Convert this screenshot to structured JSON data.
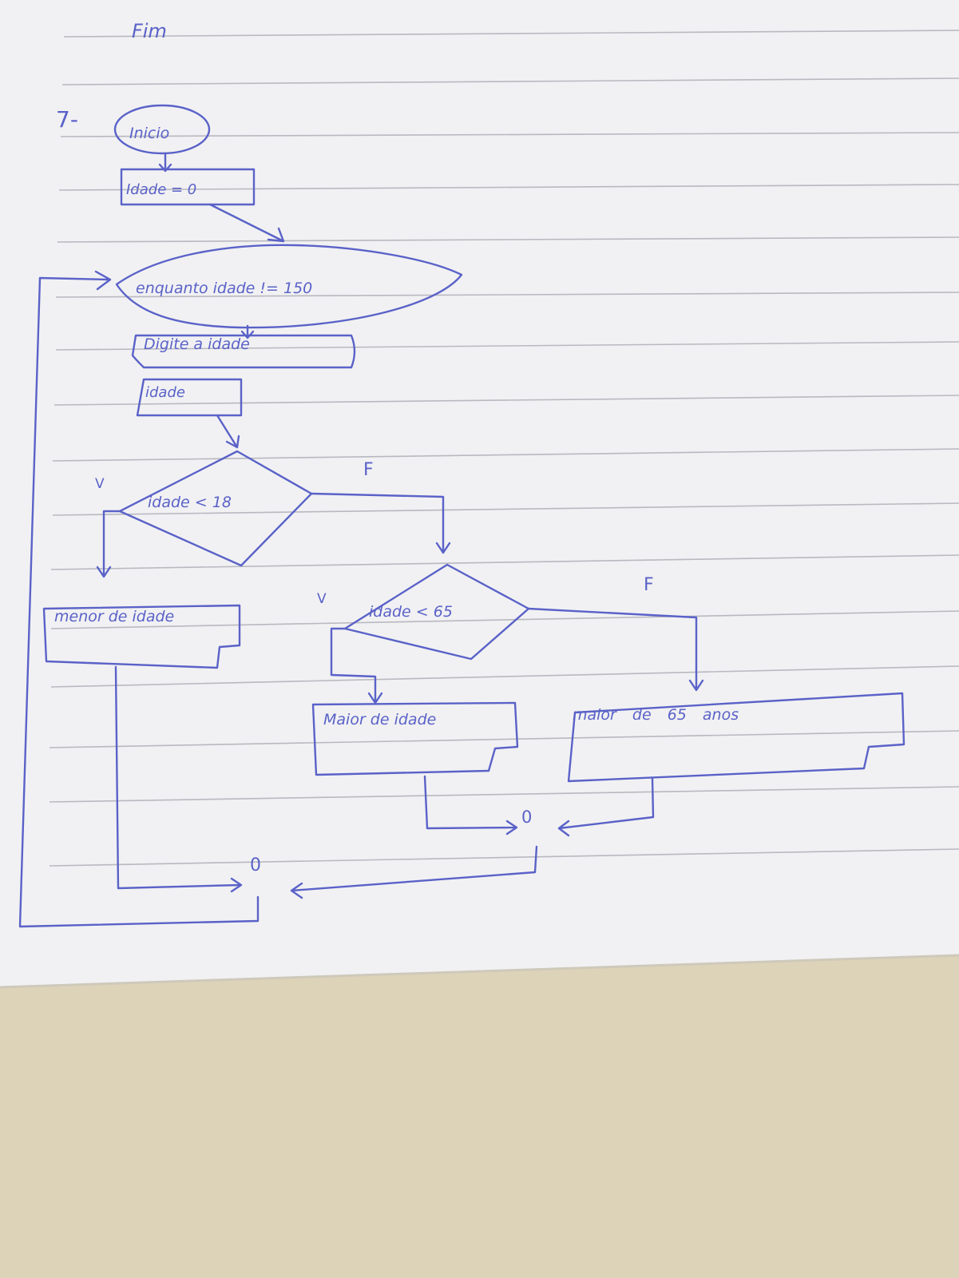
{
  "sheet": {
    "top_text": "Fim",
    "problem_number": "7-"
  },
  "flowchart": {
    "start": "Inicio",
    "init": "Idade = 0",
    "loop": "enquanto idade != 150",
    "prompt": "Digite a idade",
    "input": "idade",
    "decision_1": {
      "condition": "idade < 18",
      "true_branch": "V",
      "false_branch": "F"
    },
    "minor": "menor de idade",
    "decision_2": {
      "condition": "idade < 65",
      "true_branch": "V",
      "false_branch": "F"
    },
    "adult": "Maior de idade",
    "senior": "maior de 65 anos",
    "join_inner": "0",
    "join_outer": "0"
  },
  "colors": {
    "ink": "#5a62c8",
    "paper": "#f2f2f4",
    "rule": "#b9b9c1",
    "table": "#dcd3b8"
  }
}
